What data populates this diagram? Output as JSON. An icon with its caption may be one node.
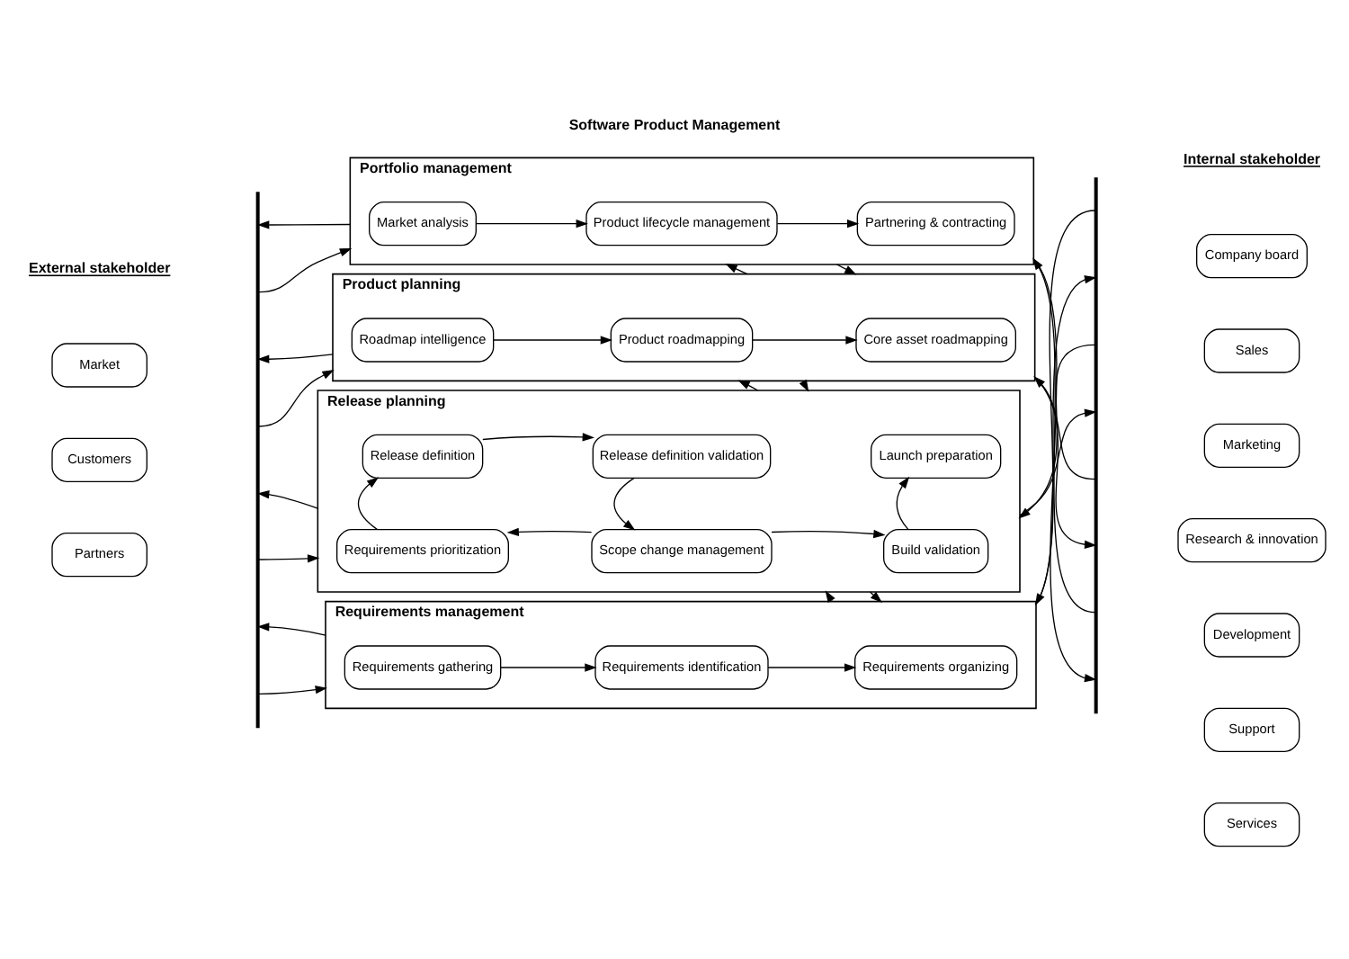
{
  "diagram": {
    "title": "Software Product Management",
    "nodes": [
      {
        "text": [
          "Portfolio management"
        ]
      },
      {
        "text": [
          "Market analysis"
        ],
        "in": 0
      },
      {
        "text": [
          "Product lifecycle management"
        ],
        "in": 0
      },
      {
        "text": [
          "Partnering & contracting"
        ],
        "in": 0
      },
      {
        "text": [
          "Product planning"
        ]
      },
      {
        "text": [
          "Roadmap intelligence"
        ],
        "in": 4
      },
      {
        "text": [
          "Product roadmapping"
        ],
        "in": 4
      },
      {
        "text": [
          "Core asset roadmapping"
        ],
        "in": 4
      },
      {
        "text": [
          "Release planning"
        ]
      },
      {
        "text": [
          "Requirements prioritization"
        ],
        "in": 8
      },
      {
        "text": [
          "Scope change management"
        ],
        "in": 8
      },
      {
        "text": [
          "Build validation"
        ],
        "in": 8
      },
      {
        "text": [
          "Release definition"
        ],
        "in": 8
      },
      {
        "text": [
          "Release definition validation"
        ],
        "in": 8
      },
      {
        "text": [
          "Launch preparation"
        ],
        "in": 8
      },
      {
        "text": [
          "Requirements management"
        ]
      },
      {
        "text": [
          "Requirements gathering"
        ],
        "in": 15
      },
      {
        "text": [
          "Requirements identification"
        ],
        "in": 15
      },
      {
        "text": [
          "Requirements organizing"
        ],
        "in": 15
      },
      {
        "text": [
          "Market"
        ]
      },
      {
        "text": [
          "Customers"
        ]
      },
      {
        "text": [
          "Partners"
        ]
      },
      {
        "text": [
          "Company board"
        ]
      },
      {
        "text": [
          "Sales"
        ]
      },
      {
        "text": [
          "Marketing"
        ]
      },
      {
        "text": [
          "Research & innovation"
        ]
      },
      {
        "text": [
          "Development"
        ]
      },
      {
        "text": [
          "Support"
        ]
      },
      {
        "text": [
          "Services"
        ]
      },
      {
        "text": [],
        "shape": "bar"
      },
      {
        "text": [],
        "shape": "bar"
      }
    ],
    "edges": [
      {
        "from": 1,
        "to": 2,
        "arrow": "to"
      },
      {
        "from": 2,
        "to": 3,
        "arrow": "to"
      },
      {
        "from": 5,
        "to": 6,
        "arrow": "to"
      },
      {
        "from": 6,
        "to": 7,
        "arrow": "to"
      },
      {
        "from": 10,
        "to": 9,
        "arrow": "to"
      },
      {
        "from": 10,
        "to": 11,
        "arrow": "to"
      },
      {
        "from": 9,
        "to": 12,
        "arrow": "to"
      },
      {
        "from": 12,
        "to": 13,
        "arrow": "to"
      },
      {
        "from": 13,
        "to": 10,
        "arrow": "to"
      },
      {
        "from": 11,
        "to": 14,
        "arrow": "to"
      },
      {
        "from": 16,
        "to": 17,
        "arrow": "to"
      },
      {
        "from": 17,
        "to": 18,
        "arrow": "to"
      },
      {
        "from": 0,
        "to": 4,
        "arrow": "to"
      },
      {
        "from": 4,
        "to": 0,
        "arrow": "to"
      },
      {
        "from": 4,
        "to": 8,
        "arrow": "to"
      },
      {
        "from": 8,
        "to": 4,
        "arrow": "to"
      },
      {
        "from": 8,
        "to": 15,
        "arrow": "to"
      },
      {
        "from": 15,
        "to": 8,
        "arrow": "to"
      },
      {
        "from": 0,
        "to": 29,
        "arrow": "to"
      },
      {
        "from": 29,
        "to": 0,
        "arrow": "to"
      },
      {
        "from": 4,
        "to": 29,
        "arrow": "to"
      },
      {
        "from": 29,
        "to": 4,
        "arrow": "to"
      },
      {
        "from": 8,
        "to": 29,
        "arrow": "to"
      },
      {
        "from": 29,
        "to": 8,
        "arrow": "to"
      },
      {
        "from": 15,
        "to": 29,
        "arrow": "to"
      },
      {
        "from": 29,
        "to": 15,
        "arrow": "to"
      },
      {
        "from": 30,
        "to": 0,
        "arrow": "to"
      },
      {
        "from": 0,
        "to": 30,
        "arrow": "to"
      },
      {
        "from": 30,
        "to": 4,
        "arrow": "to"
      },
      {
        "from": 4,
        "to": 30,
        "arrow": "to"
      },
      {
        "from": 30,
        "to": 8,
        "arrow": "to"
      },
      {
        "from": 8,
        "to": 30,
        "arrow": "to"
      },
      {
        "from": 30,
        "to": 15,
        "arrow": "to"
      },
      {
        "from": 15,
        "to": 30,
        "arrow": "to"
      }
    ],
    "labels": [
      "External stakeholder",
      "Internal stakeholder"
    ]
  }
}
